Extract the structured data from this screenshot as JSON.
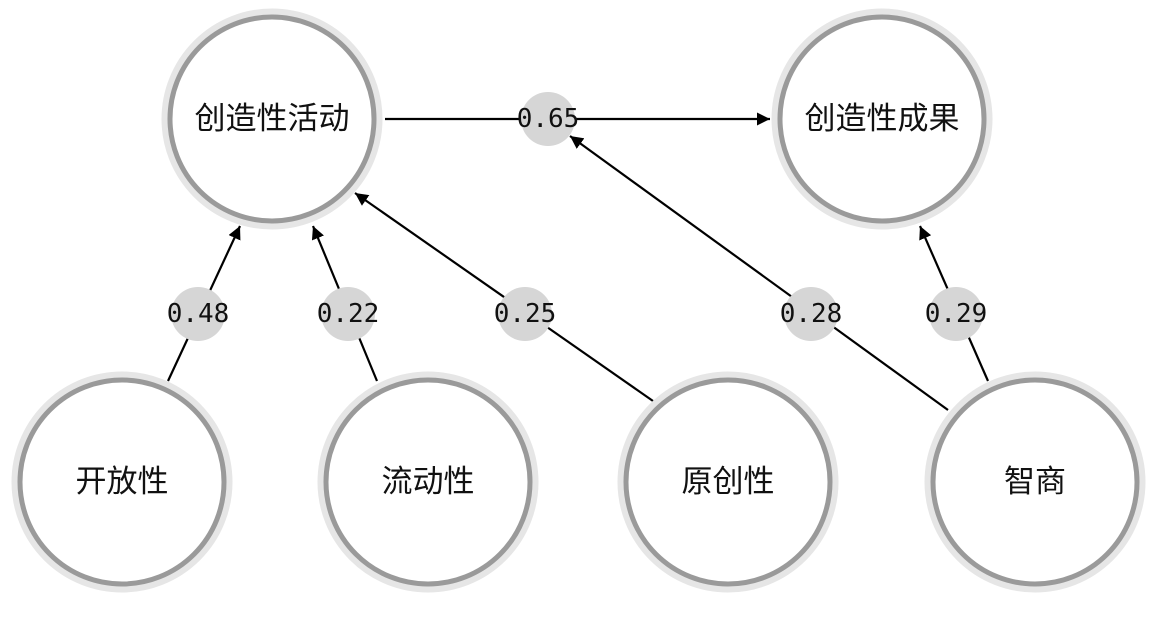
{
  "nodes": {
    "creative_activity": "创造性活动",
    "creative_outcome": "创造性成果",
    "openness": "开放性",
    "fluency": "流动性",
    "originality": "原创性",
    "iq": "智商"
  },
  "edges": {
    "activity_to_outcome": "0.65",
    "openness_to_activity": "0.48",
    "fluency_to_activity": "0.22",
    "originality_to_activity": "0.25",
    "iq_to_edge": "0.28",
    "iq_to_outcome": "0.29"
  },
  "colors": {
    "node_ring": "#9a9a9a",
    "node_halo": "#e6e6e6",
    "weight_bubble": "#d6d6d6",
    "edge": "#000000"
  }
}
